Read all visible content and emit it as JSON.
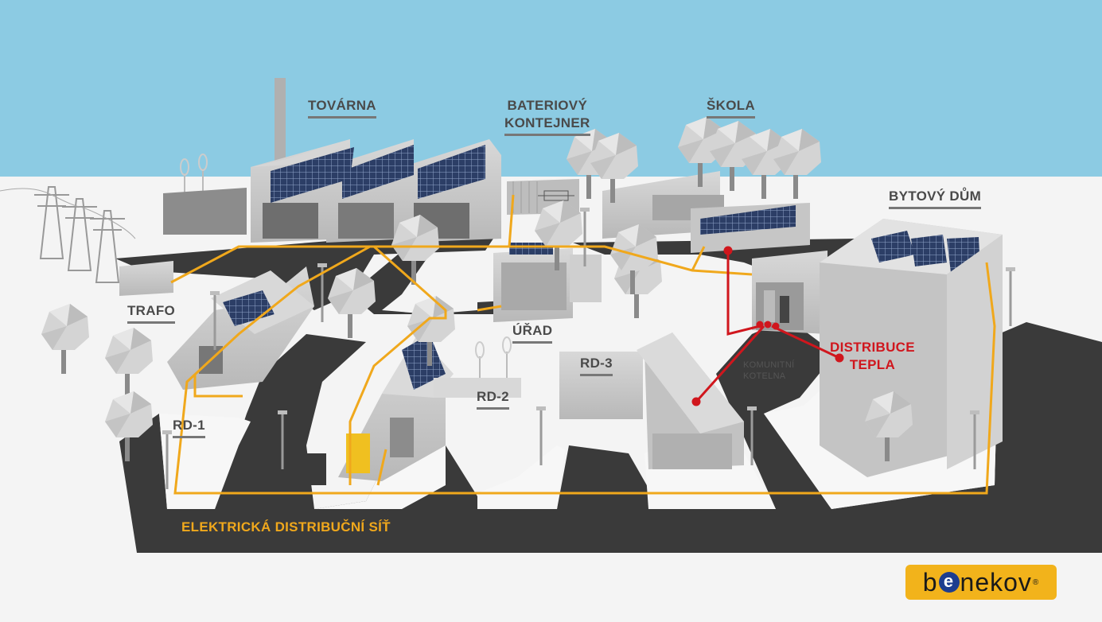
{
  "labels": {
    "tovarna": "TOVÁRNA",
    "bateriovy": [
      "BATERIOVÝ",
      "KONTEJNER"
    ],
    "skola": "ŠKOLA",
    "bytovy_dum": "BYTOVÝ DŮM",
    "trafo": "TRAFO",
    "urad": "ÚŘAD",
    "rd1": "RD-1",
    "rd2": "RD-2",
    "rd3": "RD-3",
    "komunitni_kotelna": [
      "KOMUNITNÍ",
      "KOTELNA"
    ],
    "distribuce_tepla": [
      "DISTRIBUCE",
      "TEPLA"
    ],
    "elektricka_sit": "ELEKTRICKÁ DISTRIBUČNÍ SÍŤ"
  },
  "logo": {
    "pre": "b",
    "e": "e",
    "post": "nekov",
    "reg": "®"
  },
  "colors": {
    "sky": "#8ccbe3",
    "ground": "#f4f4f4",
    "road": "#3a3a3a",
    "power_line": "#f0a81c",
    "heat_line": "#d0161d",
    "building": "#c8c8c8",
    "logo_bg": "#f2b31b",
    "logo_blue": "#1d3d8f"
  },
  "icons": [
    "tree-icon",
    "solar-panel-icon",
    "wind-turbine-icon",
    "street-lamp-icon",
    "power-pylon-icon",
    "chimney-icon"
  ]
}
